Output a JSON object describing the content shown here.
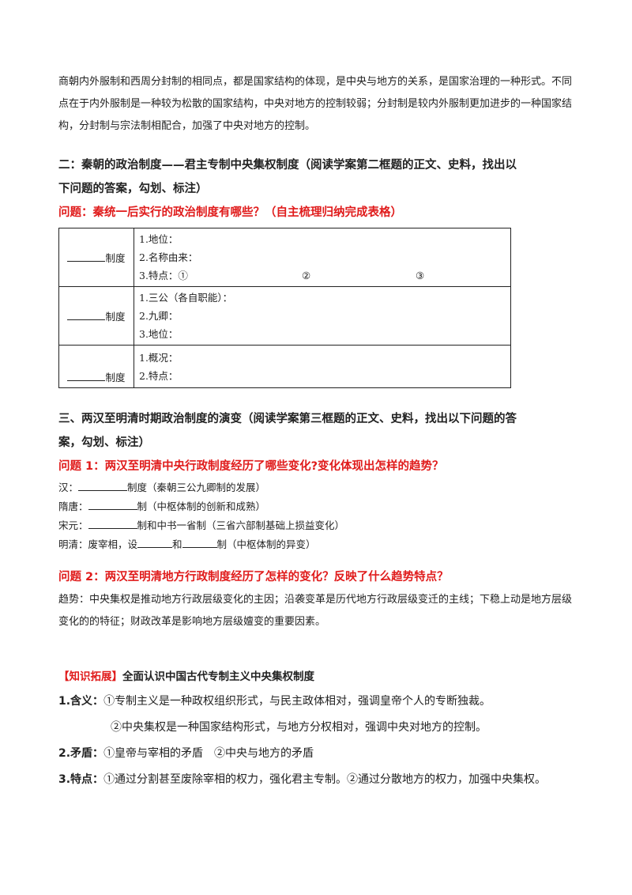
{
  "intro": "商朝内外服制和西周分封制的相同点，都是国家结构的体现，是中央与地方的关系，是国家治理的一种形式。不同点在于内外服制是一种较为松散的国家结构，中央对地方的控制较弱；分封制是较内外服制更加进步的一种国家结构，分封制与宗法制相配合，加强了中央对地方的控制。",
  "section2": {
    "title_line1": "二：秦朝的政治制度——君主专制中央集权制度（阅读学案第二框题的正文、史料，找出以",
    "title_line2": "下问题的答案，勾划、标注）",
    "question": "问题：秦统一后实行的政治制度有哪些？（自主梳理归纳完成表格）",
    "rows": [
      {
        "label": "制度",
        "items": [
          "1.地位：",
          "2.名称由来：",
          "3.特点：①"
        ],
        "extra": [
          "②",
          "③"
        ]
      },
      {
        "label": "制度",
        "items": [
          "1.三公（各自职能）：",
          "2.九卿：",
          "3.地位："
        ]
      },
      {
        "label": "制度",
        "items": [
          "1.概况：",
          "2.特点："
        ]
      }
    ]
  },
  "section3": {
    "title_line1": "三、两汉至明清时期政治制度的演变（阅读学案第三框题的正文、史料，找出以下问题的答",
    "title_line2": "案，勾划、标注）",
    "q1": "问题 1：两汉至明清中央行政制度经历了哪些变化?变化体现出怎样的趋势？",
    "han_a": "汉：",
    "han_b": "制度（秦朝三公九卿制的发展）",
    "suitang_a": "隋唐：",
    "suitang_b": "制（中枢体制的创新和成熟）",
    "songyuan_a": "宋元：",
    "songyuan_b": "制和中书一省制（三省六部制基础上损益变化）",
    "mingqing_a": "明清：废宰相，设",
    "mingqing_b": "和",
    "mingqing_c": "制（中枢体制的异变）",
    "q2": "问题 2：两汉至明清地方行政制度经历了怎样的变化？反映了什么趋势特点？",
    "trend": "趋势：中央集权是推动地方行政层级变化的主因；沿袭变革是历代地方行政层级变迁的主线；下稳上动是地方层级变化的的特征；财政改革是影响地方层级嬗变的重要因素。"
  },
  "knowledge": {
    "bracket": "【知识拓展】",
    "title": "全面认识中国古代专制主义中央集权制度",
    "p1_label": "1.含义：",
    "p1_a": "①专制主义是一种政权组织形式，与民主政体相对，强调皇帝个人的专断独裁。",
    "p1_b": "②中央集权是一种国家结构形式，与地方分权相对，强调中央对地方的控制。",
    "p2_label": "2.矛盾：",
    "p2": "①皇帝与宰相的矛盾　②中央与地方的矛盾",
    "p3_label": "3.特点：",
    "p3": "①通过分割甚至废除宰相的权力，强化君主专制。②通过分散地方的权力，加强中央集权。"
  }
}
